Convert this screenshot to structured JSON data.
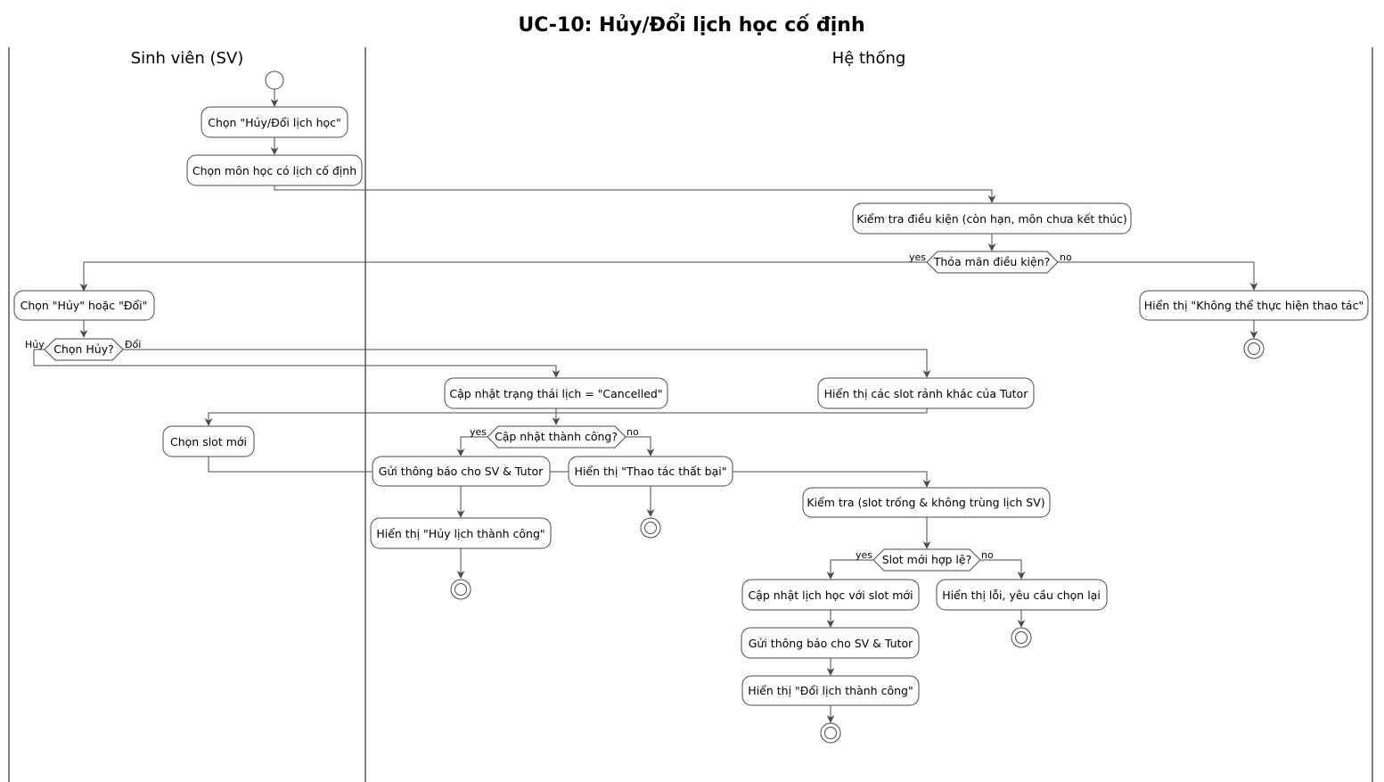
{
  "diagram": {
    "title": "UC-10: Hủy/Đổi lịch học cố định",
    "lanes": {
      "student": "Sinh viên (SV)",
      "system": "Hệ thống"
    },
    "activities": {
      "select_cancel_change": "Chọn \"Hủy/Đổi lịch học\"",
      "select_course": "Chọn môn học có lịch cố định",
      "check_conditions": "Kiểm tra điều kiện (còn hạn, môn chưa kết thúc)",
      "show_cannot_perform": "Hiển thị \"Không thể thực hiện thao tác\"",
      "choose_cancel_or_change": "Chọn \"Hủy\" hoặc \"Đổi\"",
      "update_status_cancelled": "Cập nhật trạng thái lịch = \"Cancelled\"",
      "show_free_slots": "Hiển thị các slot rảnh khác của Tutor",
      "choose_new_slot": "Chọn slot mới",
      "send_notify_cancel": "Gửi thông báo cho SV & Tutor",
      "show_failed": "Hiển thị \"Thao tác thất bại\"",
      "show_cancel_success": "Hiển thị \"Hủy lịch thành công\"",
      "check_slot": "Kiểm tra (slot trống & không trùng lịch SV)",
      "update_schedule_new_slot": "Cập nhật lịch học với slot mới",
      "show_error_choose_again": "Hiển thị lỗi, yêu cầu chọn lại",
      "send_notify_change": "Gửi thông báo cho SV & Tutor",
      "show_change_success": "Hiển thị \"Đổi lịch thành công\""
    },
    "decisions": {
      "conditions_met": {
        "label": "Thỏa mãn điều kiện?",
        "yes": "yes",
        "no": "no"
      },
      "choose_cancel": {
        "label": "Chọn Hủy?",
        "yes": "Hủy",
        "no": "Đổi"
      },
      "update_success": {
        "label": "Cập nhật thành công?",
        "yes": "yes",
        "no": "no"
      },
      "slot_valid": {
        "label": "Slot mới hợp lệ?",
        "yes": "yes",
        "no": "no"
      }
    }
  }
}
